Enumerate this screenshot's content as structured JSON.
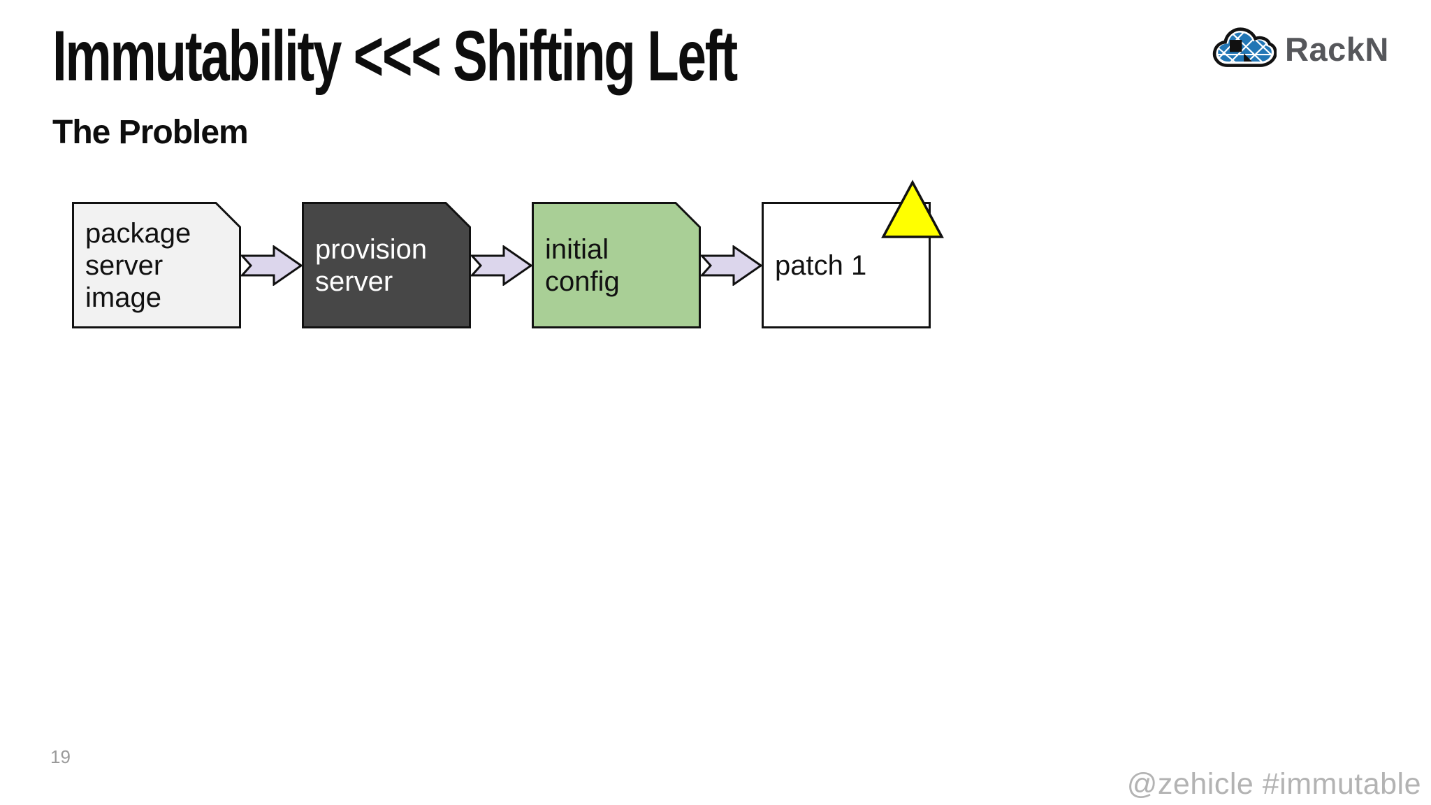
{
  "header": {
    "title": "Immutability <<< Shifting Left",
    "subtitle": "The Problem"
  },
  "logo": {
    "brand": "RackN",
    "icon": "rackn-cloud-logo"
  },
  "diagram": {
    "boxes": [
      {
        "label": "package\nserver\nimage",
        "fill": "#f2f2f2",
        "text_color": "#111111",
        "shape": "snip-corner"
      },
      {
        "label": "provision\nserver",
        "fill": "#474747",
        "text_color": "#ffffff",
        "shape": "snip-corner"
      },
      {
        "label": "initial\nconfig",
        "fill": "#a9cf96",
        "text_color": "#111111",
        "shape": "snip-corner"
      },
      {
        "label": "patch 1",
        "fill": "#ffffff",
        "text_color": "#111111",
        "shape": "rect",
        "has_warning": true
      }
    ],
    "arrow_icon": "notched-right-arrow",
    "arrow_fill": "#dcd6ec",
    "warning_icon": "warning-triangle",
    "warning_color": "#ffff00"
  },
  "footer": {
    "page_number": "19",
    "credit": "@zehicle #immutable"
  },
  "theme": {
    "ink": "#0d0d0d",
    "outline": "#111111",
    "logo_blue": "#2176b5",
    "footer_gray": "#b3b3b3",
    "page_number_gray": "#9a9a9a"
  }
}
